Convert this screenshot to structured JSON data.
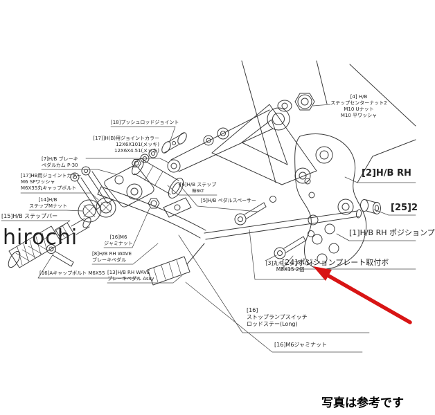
{
  "watermark": "hirochi",
  "caption": "写真は参考です",
  "colors": {
    "arrow": "#d81414",
    "line": "#3a3a3a",
    "text": "#222222"
  },
  "labels": [
    {
      "id": "18",
      "lines": [
        "[18]プッシュロッドジョイント"
      ]
    },
    {
      "id": "17t",
      "lines": [
        "[17]]H(B)用ジョイントカラー",
        "12X6X101(メッキ)",
        "12X6X4.51(メッキ)"
      ]
    },
    {
      "id": "7",
      "lines": [
        "[7]H/B ブレーキ",
        "ペダルカム P-30"
      ]
    },
    {
      "id": "17l",
      "lines": [
        "[17]HB用ジョイントカラー",
        "M6 SPワッシャ",
        "M6X35丸キャップボルト"
      ]
    },
    {
      "id": "14",
      "lines": [
        "[14]H/B",
        "ステップMナット"
      ]
    },
    {
      "id": "15",
      "lines": [
        "[15]H/B ステップバー"
      ]
    },
    {
      "id": "16u",
      "lines": [
        "[16]M6",
        "ジャミナット"
      ]
    },
    {
      "id": "8",
      "lines": [
        "[8]H/B RH WAVE",
        "ブレーキペダル"
      ]
    },
    {
      "id": "16a",
      "lines": [
        "[16]Aキャップボルト M6X55"
      ]
    },
    {
      "id": "13",
      "lines": [
        "[13]H/B RH WAVE",
        "ブレーキペダル Assy"
      ]
    },
    {
      "id": "5",
      "lines": [
        "[5]H/B ペダルスペーサー"
      ]
    },
    {
      "id": "6",
      "lines": [
        "[6]H/B ステップ",
        "軸BKT"
      ]
    },
    {
      "id": "4",
      "lines": [
        "[4] H/B",
        "ステップセンターナット2",
        "M10 Uナット",
        "M10 平ワッシャ"
      ]
    },
    {
      "id": "2",
      "lines": [
        "[2]H/B RH"
      ]
    },
    {
      "id": "25",
      "lines": [
        "[25]2"
      ]
    },
    {
      "id": "1",
      "lines": [
        "[1]H/B RH ポジションプ"
      ]
    },
    {
      "id": "24",
      "lines": [
        "[24]ポジションプレート取付ボ"
      ]
    },
    {
      "id": "3",
      "lines": [
        "[3]丸キャップボルト",
        "M8X15 2個"
      ]
    },
    {
      "id": "16s",
      "lines": [
        "[16]",
        "ストップランプスイッチ",
        "ロッドステー(Long)"
      ]
    },
    {
      "id": "16j",
      "lines": [
        "[16]M6ジャミナット"
      ]
    }
  ]
}
